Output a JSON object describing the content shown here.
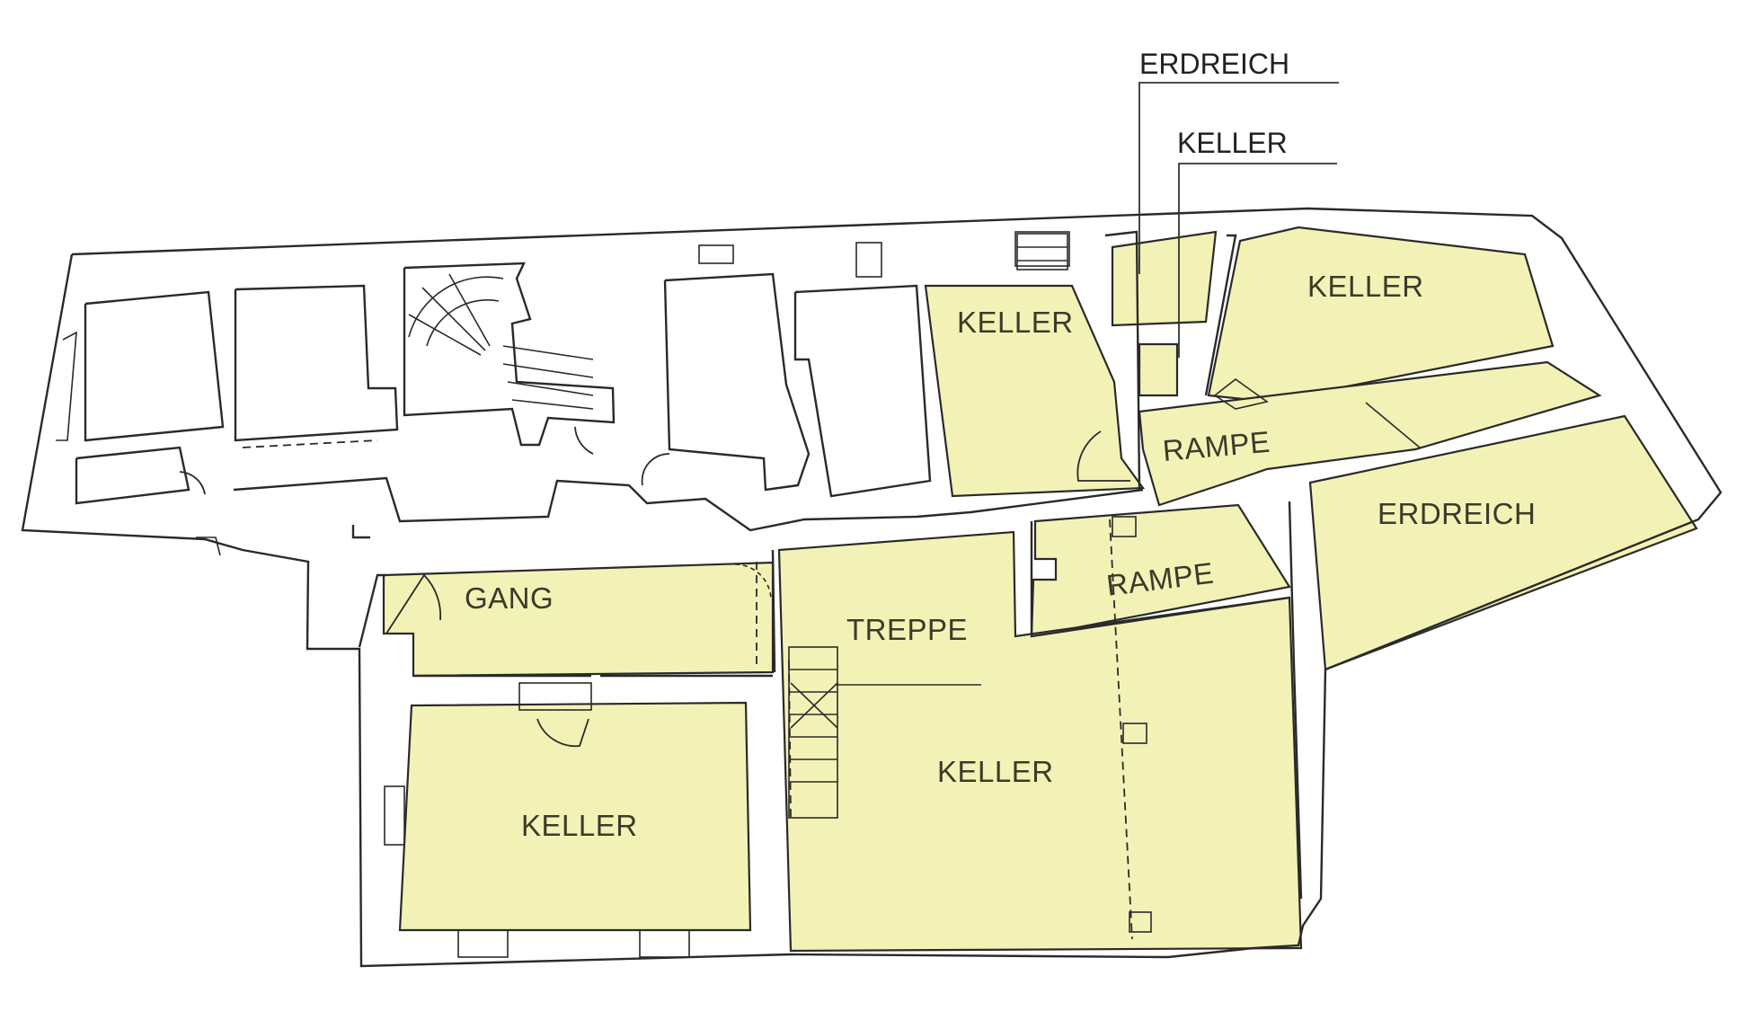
{
  "callouts": {
    "erdreich": "ERDREICH",
    "keller": "KELLER"
  },
  "rooms": {
    "keller_upper_mid": "KELLER",
    "keller_upper_right": "KELLER",
    "rampe_upper": "RAMPE",
    "erdreich_right": "ERDREICH",
    "rampe_lower": "RAMPE",
    "gang": "GANG",
    "treppe": "TREPPE",
    "keller_big": "KELLER",
    "keller_lower_left": "KELLER"
  },
  "colors": {
    "fill": "#f3f2b6",
    "line": "#2a2a2a"
  }
}
